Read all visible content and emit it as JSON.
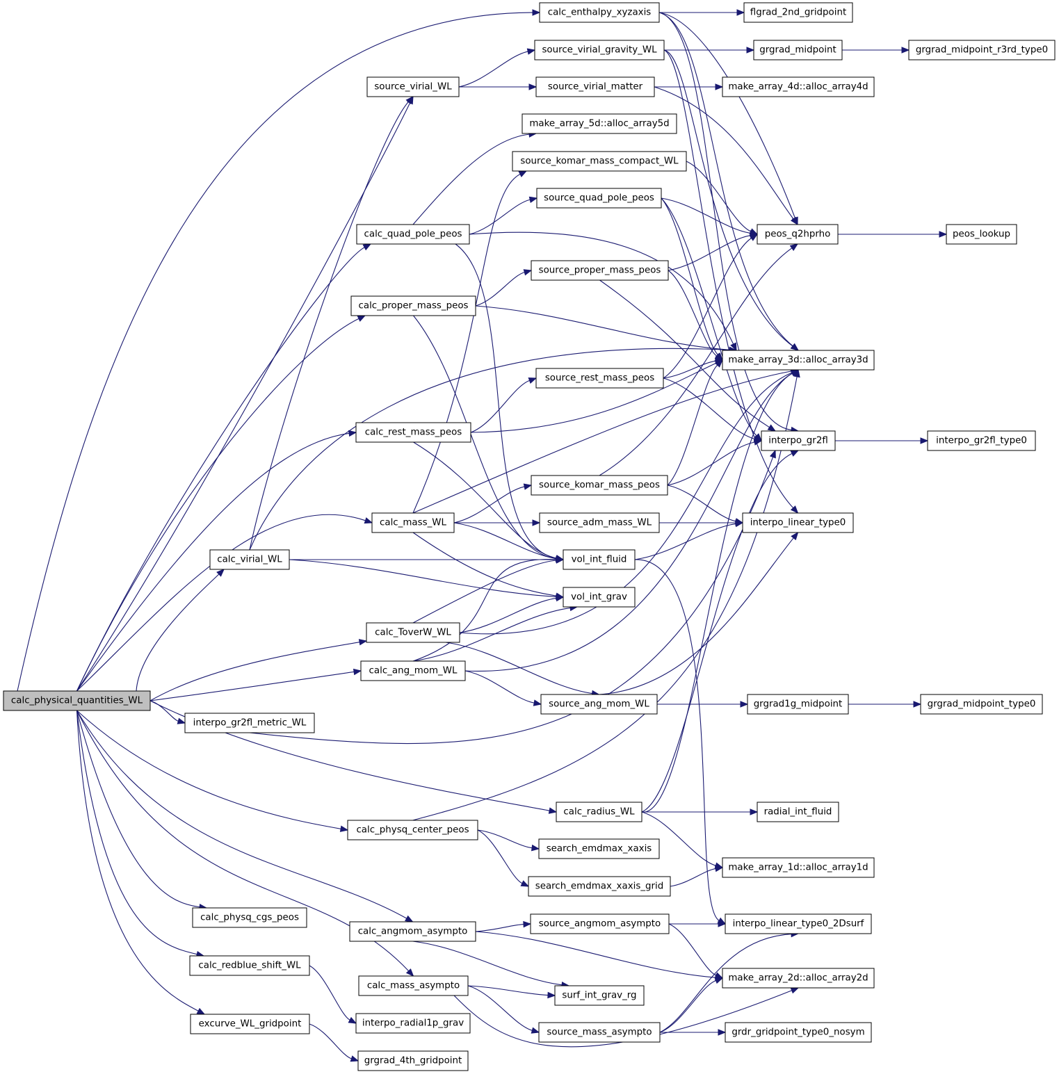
{
  "colors": {
    "edge": "#191970",
    "root_fill": "#bfbfbf",
    "node_fill": "#ffffff",
    "node_stroke": "#000000"
  },
  "graph": {
    "nodes": [
      {
        "id": "root",
        "label": "calc_physical_quantities_WL",
        "root": true
      },
      {
        "id": "enth",
        "label": "calc_enthalpy_xyzaxis"
      },
      {
        "id": "flg2",
        "label": "flgrad_2nd_gridpoint"
      },
      {
        "id": "svgrav",
        "label": "source_virial_gravity_WL"
      },
      {
        "id": "grmid",
        "label": "grgrad_midpoint"
      },
      {
        "id": "grmidr3",
        "label": "grgrad_midpoint_r3rd_type0"
      },
      {
        "id": "svir",
        "label": "source_virial_WL"
      },
      {
        "id": "arr4d",
        "label": "make_array_4d::alloc_array4d"
      },
      {
        "id": "svmat",
        "label": "source_virial_matter"
      },
      {
        "id": "arr5d",
        "label": "make_array_5d::alloc_array5d"
      },
      {
        "id": "skmc",
        "label": "source_komar_mass_compact_WL"
      },
      {
        "id": "sqp",
        "label": "source_quad_pole_peos"
      },
      {
        "id": "cqp",
        "label": "calc_quad_pole_peos"
      },
      {
        "id": "pq2",
        "label": "peos_q2hprho"
      },
      {
        "id": "plook",
        "label": "peos_lookup"
      },
      {
        "id": "spm",
        "label": "source_proper_mass_peos"
      },
      {
        "id": "cpm",
        "label": "calc_proper_mass_peos"
      },
      {
        "id": "arr3d",
        "label": "make_array_3d::alloc_array3d"
      },
      {
        "id": "srm",
        "label": "source_rest_mass_peos"
      },
      {
        "id": "crm",
        "label": "calc_rest_mass_peos"
      },
      {
        "id": "ig2f",
        "label": "interpo_gr2fl"
      },
      {
        "id": "ig2ft0",
        "label": "interpo_gr2fl_type0"
      },
      {
        "id": "skm",
        "label": "source_komar_mass_peos"
      },
      {
        "id": "cmass",
        "label": "calc_mass_WL"
      },
      {
        "id": "sadm",
        "label": "source_adm_mass_WL"
      },
      {
        "id": "ilt0",
        "label": "interpo_linear_type0"
      },
      {
        "id": "cvir",
        "label": "calc_virial_WL"
      },
      {
        "id": "vif",
        "label": "vol_int_fluid"
      },
      {
        "id": "vig",
        "label": "vol_int_grav"
      },
      {
        "id": "ctow",
        "label": "calc_ToverW_WL"
      },
      {
        "id": "cam",
        "label": "calc_ang_mom_WL"
      },
      {
        "id": "sam",
        "label": "source_ang_mom_WL"
      },
      {
        "id": "gr1g",
        "label": "grgrad1g_midpoint"
      },
      {
        "id": "grmidt0",
        "label": "grgrad_midpoint_type0"
      },
      {
        "id": "ig2fm",
        "label": "interpo_gr2fl_metric_WL"
      },
      {
        "id": "crad",
        "label": "calc_radius_WL"
      },
      {
        "id": "rif",
        "label": "radial_int_fluid"
      },
      {
        "id": "cpc",
        "label": "calc_physq_center_peos"
      },
      {
        "id": "sem",
        "label": "search_emdmax_xaxis"
      },
      {
        "id": "arr1d",
        "label": "make_array_1d::alloc_array1d"
      },
      {
        "id": "semg",
        "label": "search_emdmax_xaxis_grid"
      },
      {
        "id": "cgs",
        "label": "calc_physq_cgs_peos"
      },
      {
        "id": "camasy",
        "label": "calc_angmom_asympto"
      },
      {
        "id": "samasy",
        "label": "source_angmom_asympto"
      },
      {
        "id": "ilt02d",
        "label": "interpo_linear_type0_2Dsurf"
      },
      {
        "id": "crbs",
        "label": "calc_redblue_shift_WL"
      },
      {
        "id": "cmasy",
        "label": "calc_mass_asympto"
      },
      {
        "id": "arr2d",
        "label": "make_array_2d::alloc_array2d"
      },
      {
        "id": "sigr",
        "label": "surf_int_grav_rg"
      },
      {
        "id": "ir1p",
        "label": "interpo_radial1p_grav"
      },
      {
        "id": "smasy",
        "label": "source_mass_asympto"
      },
      {
        "id": "exc",
        "label": "excurve_WL_gridpoint"
      },
      {
        "id": "grdr",
        "label": "grdr_gridpoint_type0_nosym"
      },
      {
        "id": "gr4",
        "label": "grgrad_4th_gridpoint"
      }
    ],
    "edges": [
      [
        "root",
        "enth"
      ],
      [
        "root",
        "svir"
      ],
      [
        "root",
        "cqp"
      ],
      [
        "root",
        "cpm"
      ],
      [
        "root",
        "crm"
      ],
      [
        "root",
        "cmass"
      ],
      [
        "root",
        "cvir"
      ],
      [
        "root",
        "ctow"
      ],
      [
        "root",
        "cam"
      ],
      [
        "root",
        "ig2fm"
      ],
      [
        "root",
        "crad"
      ],
      [
        "root",
        "cpc"
      ],
      [
        "root",
        "camasy"
      ],
      [
        "root",
        "cmasy"
      ],
      [
        "root",
        "cgs"
      ],
      [
        "root",
        "crbs"
      ],
      [
        "root",
        "exc"
      ],
      [
        "enth",
        "flg2"
      ],
      [
        "enth",
        "pq2"
      ],
      [
        "enth",
        "arr3d"
      ],
      [
        "enth",
        "ig2f"
      ],
      [
        "svgrav",
        "grmid"
      ],
      [
        "svgrav",
        "arr3d"
      ],
      [
        "svgrav",
        "ilt0"
      ],
      [
        "grmid",
        "grmidr3"
      ],
      [
        "svir",
        "svgrav"
      ],
      [
        "svir",
        "svmat"
      ],
      [
        "svir",
        "arr4d"
      ],
      [
        "svmat",
        "pq2"
      ],
      [
        "skmc",
        "pq2"
      ],
      [
        "sqp",
        "pq2"
      ],
      [
        "sqp",
        "arr3d"
      ],
      [
        "sqp",
        "ig2f"
      ],
      [
        "cqp",
        "arr5d"
      ],
      [
        "cqp",
        "sqp"
      ],
      [
        "cqp",
        "arr3d"
      ],
      [
        "cqp",
        "vif"
      ],
      [
        "pq2",
        "plook"
      ],
      [
        "spm",
        "pq2"
      ],
      [
        "spm",
        "arr3d"
      ],
      [
        "spm",
        "ig2f"
      ],
      [
        "cpm",
        "spm"
      ],
      [
        "cpm",
        "arr3d"
      ],
      [
        "cpm",
        "vif"
      ],
      [
        "srm",
        "pq2"
      ],
      [
        "srm",
        "arr3d"
      ],
      [
        "srm",
        "ig2f"
      ],
      [
        "crm",
        "srm"
      ],
      [
        "crm",
        "arr3d"
      ],
      [
        "crm",
        "vif"
      ],
      [
        "ig2f",
        "ig2ft0"
      ],
      [
        "skm",
        "pq2"
      ],
      [
        "skm",
        "arr3d"
      ],
      [
        "skm",
        "ig2f"
      ],
      [
        "skm",
        "ilt0"
      ],
      [
        "cmass",
        "skmc"
      ],
      [
        "cmass",
        "skm"
      ],
      [
        "cmass",
        "sadm"
      ],
      [
        "cmass",
        "arr3d"
      ],
      [
        "cmass",
        "vif"
      ],
      [
        "cmass",
        "vig"
      ],
      [
        "sadm",
        "ilt0"
      ],
      [
        "cvir",
        "svir"
      ],
      [
        "cvir",
        "arr3d"
      ],
      [
        "cvir",
        "vif"
      ],
      [
        "cvir",
        "vig"
      ],
      [
        "vif",
        "ilt0"
      ],
      [
        "vif",
        "ilt02d"
      ],
      [
        "ctow",
        "vif"
      ],
      [
        "ctow",
        "vig"
      ],
      [
        "ctow",
        "sam"
      ],
      [
        "ctow",
        "arr3d"
      ],
      [
        "cam",
        "vif"
      ],
      [
        "cam",
        "vig"
      ],
      [
        "cam",
        "sam"
      ],
      [
        "cam",
        "arr3d"
      ],
      [
        "sam",
        "gr1g"
      ],
      [
        "sam",
        "ilt0"
      ],
      [
        "gr1g",
        "grmidt0"
      ],
      [
        "ig2fm",
        "ig2f"
      ],
      [
        "crad",
        "rif"
      ],
      [
        "crad",
        "arr1d"
      ],
      [
        "crad",
        "arr3d"
      ],
      [
        "crad",
        "ig2f"
      ],
      [
        "cpc",
        "sem"
      ],
      [
        "cpc",
        "semg"
      ],
      [
        "cpc",
        "arr3d"
      ],
      [
        "semg",
        "arr1d"
      ],
      [
        "camasy",
        "samasy"
      ],
      [
        "camasy",
        "sigr"
      ],
      [
        "camasy",
        "arr2d"
      ],
      [
        "samasy",
        "ilt02d"
      ],
      [
        "samasy",
        "arr2d"
      ],
      [
        "crbs",
        "ir1p"
      ],
      [
        "cmasy",
        "sigr"
      ],
      [
        "cmasy",
        "smasy"
      ],
      [
        "cmasy",
        "arr2d"
      ],
      [
        "smasy",
        "ilt02d"
      ],
      [
        "smasy",
        "arr2d"
      ],
      [
        "smasy",
        "grdr"
      ],
      [
        "exc",
        "gr4"
      ]
    ]
  }
}
